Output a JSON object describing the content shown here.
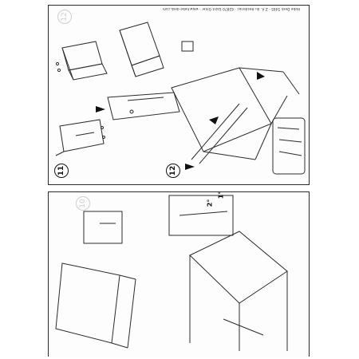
{
  "header": {
    "text": "Hebe Desk 5465 · Z.A. du Hesdenoc · 62870 Saint Omer · www.hebe-desk.com"
  },
  "steps": {
    "step_a": "11",
    "step_b": "12"
  },
  "ghost_numbers": {
    "top_right": "12",
    "bottom_left": "10"
  },
  "substeps": {
    "first": "1°",
    "second": "2°"
  },
  "colors": {
    "line": "#2a2a2a",
    "ghost": "#cfcfcf"
  }
}
